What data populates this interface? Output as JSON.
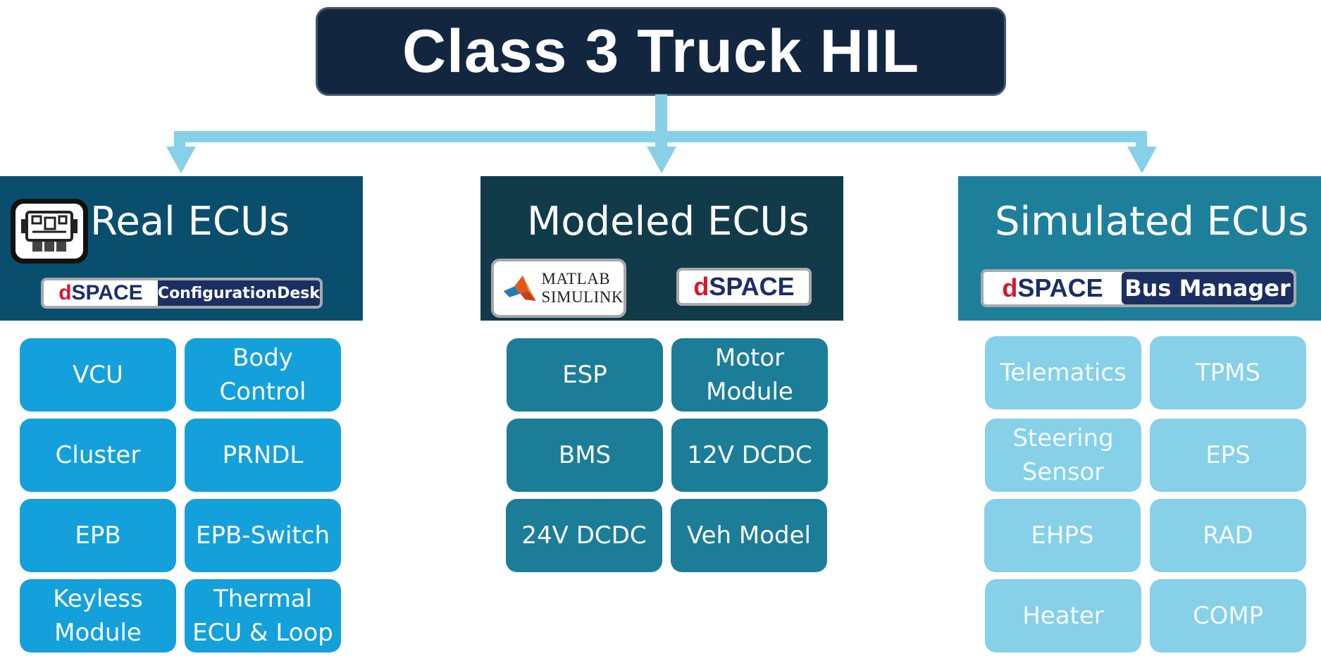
{
  "title": "Class 3 Truck HIL",
  "colors": {
    "title_bg": "#13263f",
    "connector": "#86d0e8",
    "real_header": "#0a4e6d",
    "modeled_header": "#123b4a",
    "simulated_header": "#1e7f9b",
    "real_tile": "#14a0da",
    "modeled_tile": "#1b7d97",
    "simulated_tile": "#86d0e8",
    "dspace_red": "#d7172f",
    "dspace_navy": "#1b2f63"
  },
  "columns": {
    "real": {
      "title": "Real ECUs",
      "icon": "ecu-board-icon",
      "logo": {
        "brand_d": "d",
        "brand_rest": "SPACE",
        "tag": "ConfigurationDesk"
      },
      "tiles": [
        "VCU",
        "Body Control",
        "Cluster",
        "PRNDL",
        "EPB",
        "EPB-Switch",
        "Keyless Module",
        "Thermal ECU & Loop"
      ]
    },
    "modeled": {
      "title": "Modeled ECUs",
      "matlab_logo": {
        "line1": "MATLAB",
        "line2": "SIMULINK",
        "icon": "matlab-membrane-icon"
      },
      "logo": {
        "brand_d": "d",
        "brand_rest": "SPACE"
      },
      "tiles": [
        "ESP",
        "Motor Module",
        "BMS",
        "12V DCDC",
        "24V DCDC",
        "Veh Model"
      ]
    },
    "simulated": {
      "title": "Simulated ECUs",
      "logo": {
        "brand_d": "d",
        "brand_rest": "SPACE",
        "tag": "Bus Manager"
      },
      "tiles": [
        "Telematics",
        "TPMS",
        "Steering Sensor",
        "EPS",
        "EHPS",
        "RAD",
        "Heater",
        "COMP"
      ]
    }
  }
}
